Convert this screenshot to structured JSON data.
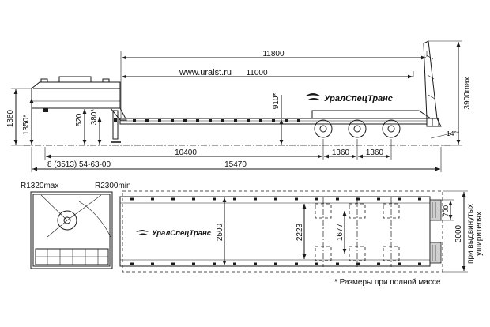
{
  "side_view": {
    "dim_overall_top": "11800",
    "dim_platform": "11000",
    "website": "www.uralst.ru",
    "brand": "УралСпецТранс",
    "dim_910": "910*",
    "dim_1380": "1380",
    "dim_1350": "1350*",
    "dim_520": "520",
    "dim_380": "380*",
    "dim_height": "3900max",
    "dim_angle": "14°*",
    "dim_wheelbase": "10400",
    "dim_axle_1": "1360",
    "dim_axle_2": "1360",
    "phone": "8 (3513) 54-63-00",
    "dim_total": "15470"
  },
  "top_view": {
    "radius_outer": "R1320max",
    "radius_inner": "R2300min",
    "brand": "УралСпецТранс",
    "dim_2500": "2500",
    "dim_2223": "2223",
    "dim_1677": "1677",
    "dim_700": "700",
    "dim_3000": "3000",
    "dim_3000_note": "при выдвинутых уширителях"
  },
  "footnote": "* Размеры при полной массе"
}
